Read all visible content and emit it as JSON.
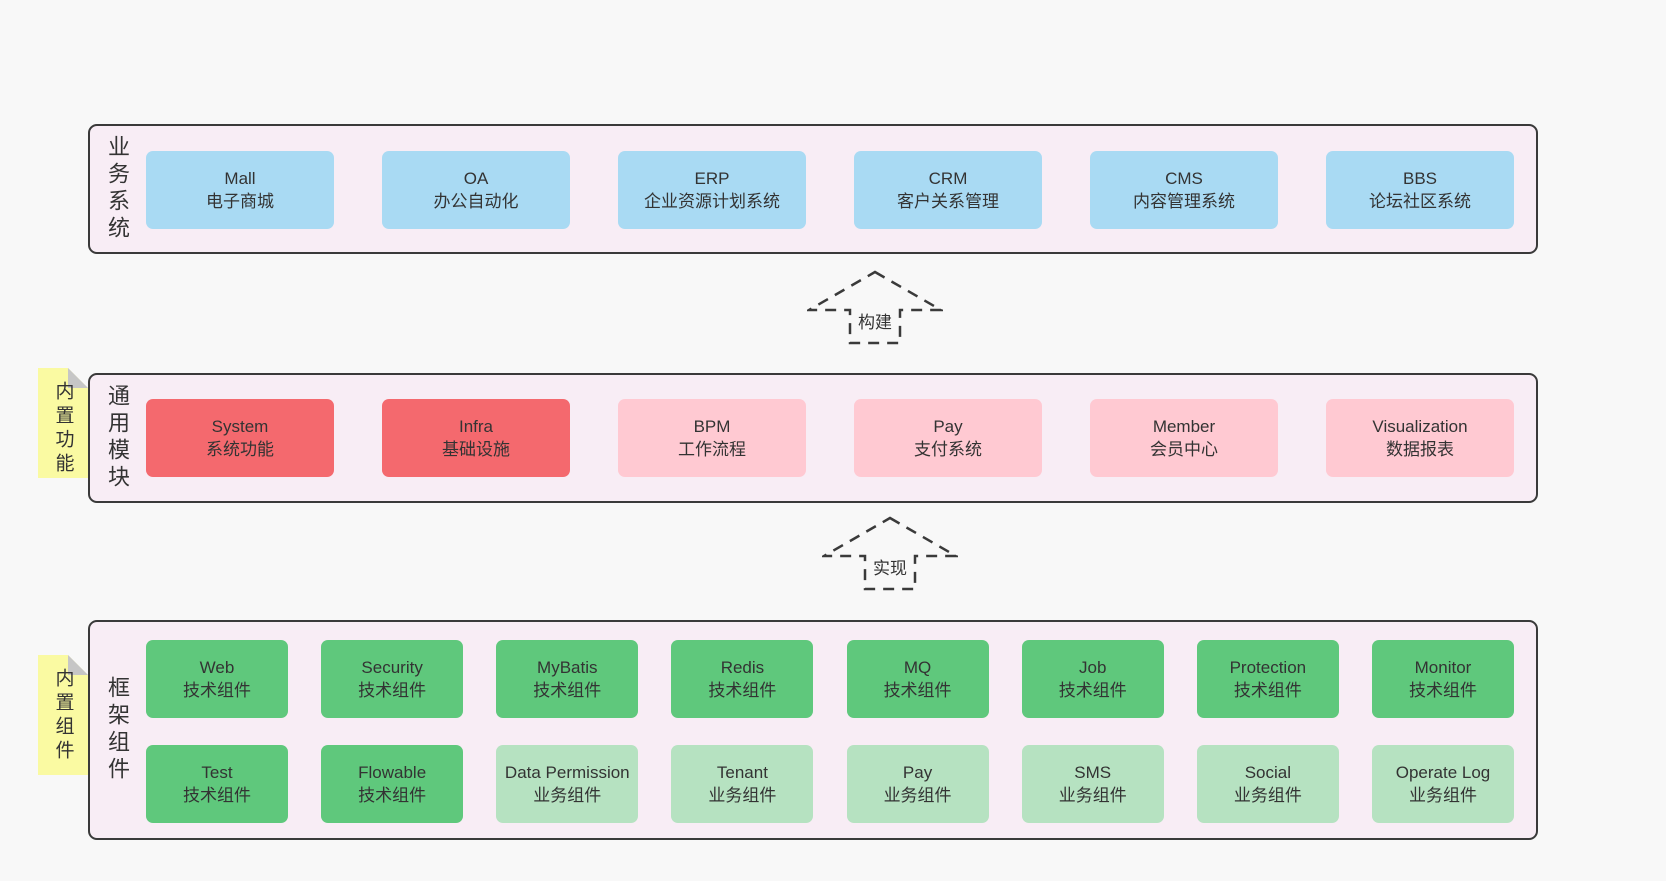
{
  "colors": {
    "page_bg": "#f8f8f8",
    "panel_bg": "#f8edf5",
    "panel_border": "#3a3a3a",
    "blue_box": "#a9daf3",
    "red_box": "#f4696e",
    "pink_box": "#ffc9d2",
    "green_box": "#5fc87c",
    "light_green_box": "#b6e2c1",
    "sticky_yellow": "#fafaa2",
    "text": "#333333"
  },
  "arrows": [
    {
      "label": "构建"
    },
    {
      "label": "实现"
    }
  ],
  "panels": [
    {
      "label": "业务系统",
      "rows": [
        [
          {
            "name": "Mall",
            "desc": "电子商城"
          },
          {
            "name": "OA",
            "desc": "办公自动化"
          },
          {
            "name": "ERP",
            "desc": "企业资源计划系统"
          },
          {
            "name": "CRM",
            "desc": "客户关系管理"
          },
          {
            "name": "CMS",
            "desc": "内容管理系统"
          },
          {
            "name": "BBS",
            "desc": "论坛社区系统"
          }
        ]
      ]
    },
    {
      "label": "通用模块",
      "sticky": "内置功能",
      "rows": [
        [
          {
            "name": "System",
            "desc": "系统功能"
          },
          {
            "name": "Infra",
            "desc": "基础设施"
          },
          {
            "name": "BPM",
            "desc": "工作流程"
          },
          {
            "name": "Pay",
            "desc": "支付系统"
          },
          {
            "name": "Member",
            "desc": "会员中心"
          },
          {
            "name": "Visualization",
            "desc": "数据报表"
          }
        ]
      ]
    },
    {
      "label": "框架组件",
      "sticky": "内置组件",
      "rows": [
        [
          {
            "name": "Web",
            "desc": "技术组件"
          },
          {
            "name": "Security",
            "desc": "技术组件"
          },
          {
            "name": "MyBatis",
            "desc": "技术组件"
          },
          {
            "name": "Redis",
            "desc": "技术组件"
          },
          {
            "name": "MQ",
            "desc": "技术组件"
          },
          {
            "name": "Job",
            "desc": "技术组件"
          },
          {
            "name": "Protection",
            "desc": "技术组件"
          },
          {
            "name": "Monitor",
            "desc": "技术组件"
          }
        ],
        [
          {
            "name": "Test",
            "desc": "技术组件"
          },
          {
            "name": "Flowable",
            "desc": "技术组件"
          },
          {
            "name": "Data Permission",
            "desc": "业务组件"
          },
          {
            "name": "Tenant",
            "desc": "业务组件"
          },
          {
            "name": "Pay",
            "desc": "业务组件"
          },
          {
            "name": "SMS",
            "desc": "业务组件"
          },
          {
            "name": "Social",
            "desc": "业务组件"
          },
          {
            "name": "Operate Log",
            "desc": "业务组件"
          }
        ]
      ]
    }
  ]
}
